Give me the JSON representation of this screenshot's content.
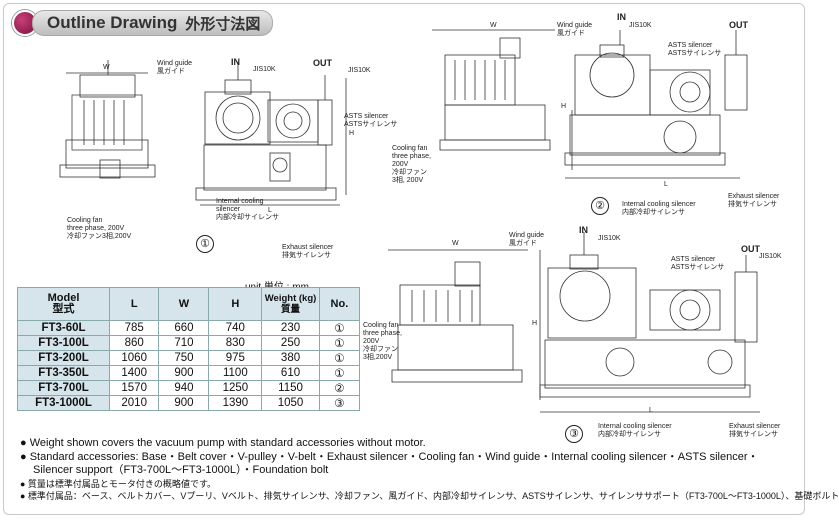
{
  "header": {
    "title_en": "Outline Drawing",
    "title_jp": "外形寸法図"
  },
  "figure1": {
    "number": "①",
    "wind_guide": "Wind guide",
    "wind_guide_jp": "風ガイド",
    "in": "IN",
    "out": "OUT",
    "jis": "JIS10K",
    "jis_out": "JIS10K",
    "asts": "ASTS silencer",
    "asts_jp": "ASTSサイレンサ",
    "internal": "Internal cooling",
    "internal2": "silencer",
    "internal_jp": "内部冷却サイレンサ",
    "exhaust": "Exhaust silencer",
    "exhaust_jp": "排気サイレンサ",
    "fan": "Cooling fan",
    "fan2": "three phase, 200V",
    "fan_jp": "冷却ファン3相,200V"
  },
  "figure2": {
    "number": "②",
    "in": "IN",
    "out": "OUT",
    "jis": "JIS10K",
    "wind_guide": "Wind guide",
    "wind_guide_jp": "風ガイド",
    "asts": "ASTS silencer",
    "asts_jp": "ASTSサイレンサ",
    "fan": "Cooling fan",
    "fan2": "three phase,",
    "fan3": "200V",
    "fan_jp": "冷却ファン",
    "fan_jp2": "3相, 200V",
    "internal": "Internal cooling silencer",
    "internal_jp": "内部冷却サイレンサ",
    "exhaust": "Exhaust silencer",
    "exhaust_jp": "排気サイレンサ",
    "dim_w": "W",
    "dim_h": "H",
    "dim_l": "L"
  },
  "figure3": {
    "number": "③",
    "in": "IN",
    "out": "OUT",
    "jis": "JIS10K",
    "jis_out": "JIS10K",
    "wind_guide": "Wind guide",
    "wind_guide_jp": "風ガイド",
    "asts": "ASTS silencer",
    "asts_jp": "ASTSサイレンサ",
    "fan": "Cooling fan",
    "fan2": "three phase,",
    "fan3": "200V",
    "fan_jp": "冷却ファン",
    "fan_jp2": "3相,200V",
    "internal": "Internal cooling silencer",
    "internal_jp": "内部冷却サイレンサ",
    "exhaust": "Exhaust silencer",
    "exhaust_jp": "排気サイレンサ",
    "dim_w": "W",
    "dim_h": "H",
    "dim_l": "L"
  },
  "fig1_dims": {
    "w": "W",
    "h": "H",
    "l": "L"
  },
  "table": {
    "unit": "unit 単位 : mm",
    "headers": {
      "model": "Model",
      "model_jp": "型式",
      "l": "L",
      "w": "W",
      "h": "H",
      "weight": "Weight (kg)",
      "weight_jp": "質量",
      "no": "No."
    },
    "rows": [
      {
        "model": "FT3-60L",
        "l": "785",
        "w": "660",
        "h": "740",
        "weight": "230",
        "no": "①"
      },
      {
        "model": "FT3-100L",
        "l": "860",
        "w": "710",
        "h": "830",
        "weight": "250",
        "no": "①"
      },
      {
        "model": "FT3-200L",
        "l": "1060",
        "w": "750",
        "h": "975",
        "weight": "380",
        "no": "①"
      },
      {
        "model": "FT3-350L",
        "l": "1400",
        "w": "900",
        "h": "1100",
        "weight": "610",
        "no": "①"
      },
      {
        "model": "FT3-700L",
        "l": "1570",
        "w": "940",
        "h": "1250",
        "weight": "1150",
        "no": "②"
      },
      {
        "model": "FT3-1000L",
        "l": "2010",
        "w": "900",
        "h": "1390",
        "weight": "1050",
        "no": "③"
      }
    ]
  },
  "notes": {
    "n1": "● Weight shown covers the vacuum pump with standard accessories without motor.",
    "n2": "● Standard accessories: Base・Belt cover・V-pulley・V-belt・Exhaust silencer・Cooling fan・Wind guide・Internal cooling silencer・ASTS silencer・",
    "n2b": "Silencer support（FT3-700L～FT3-1000L）・Foundation bolt",
    "n3": "● 質量は標準付属品とモータ付きの概略値です。",
    "n4": "● 標準付属品：ベース、ベルトカバー、Vプーリ、Vベルト、排気サイレンサ、冷却ファン、風ガイド、内部冷却サイレンサ、ASTSサイレンサ、サイレンササポート（FT3-700L～FT3-1000L）、基礎ボルト"
  }
}
